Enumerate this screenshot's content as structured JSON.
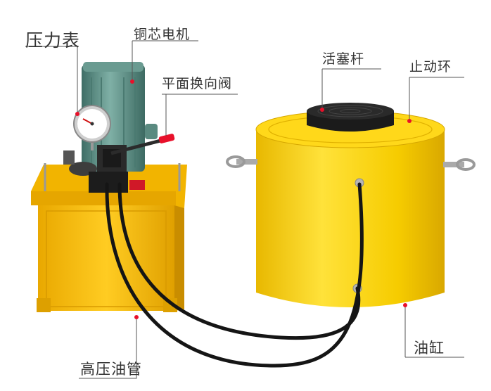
{
  "labels": {
    "pressure_gauge": "压力表",
    "copper_motor": "铜芯电机",
    "directional_valve": "平面换向阀",
    "piston_rod": "活塞杆",
    "stop_ring": "止动环",
    "high_pressure_hose": "高压油管",
    "oil_cylinder": "油缸"
  },
  "colors": {
    "cylinder_yellow": "#f5cf00",
    "tank_yellow": "#f0b800",
    "motor_green": "#5e8f85",
    "hose_black": "#151515",
    "marker_red": "#e8102a",
    "leader_line": "#555555"
  }
}
